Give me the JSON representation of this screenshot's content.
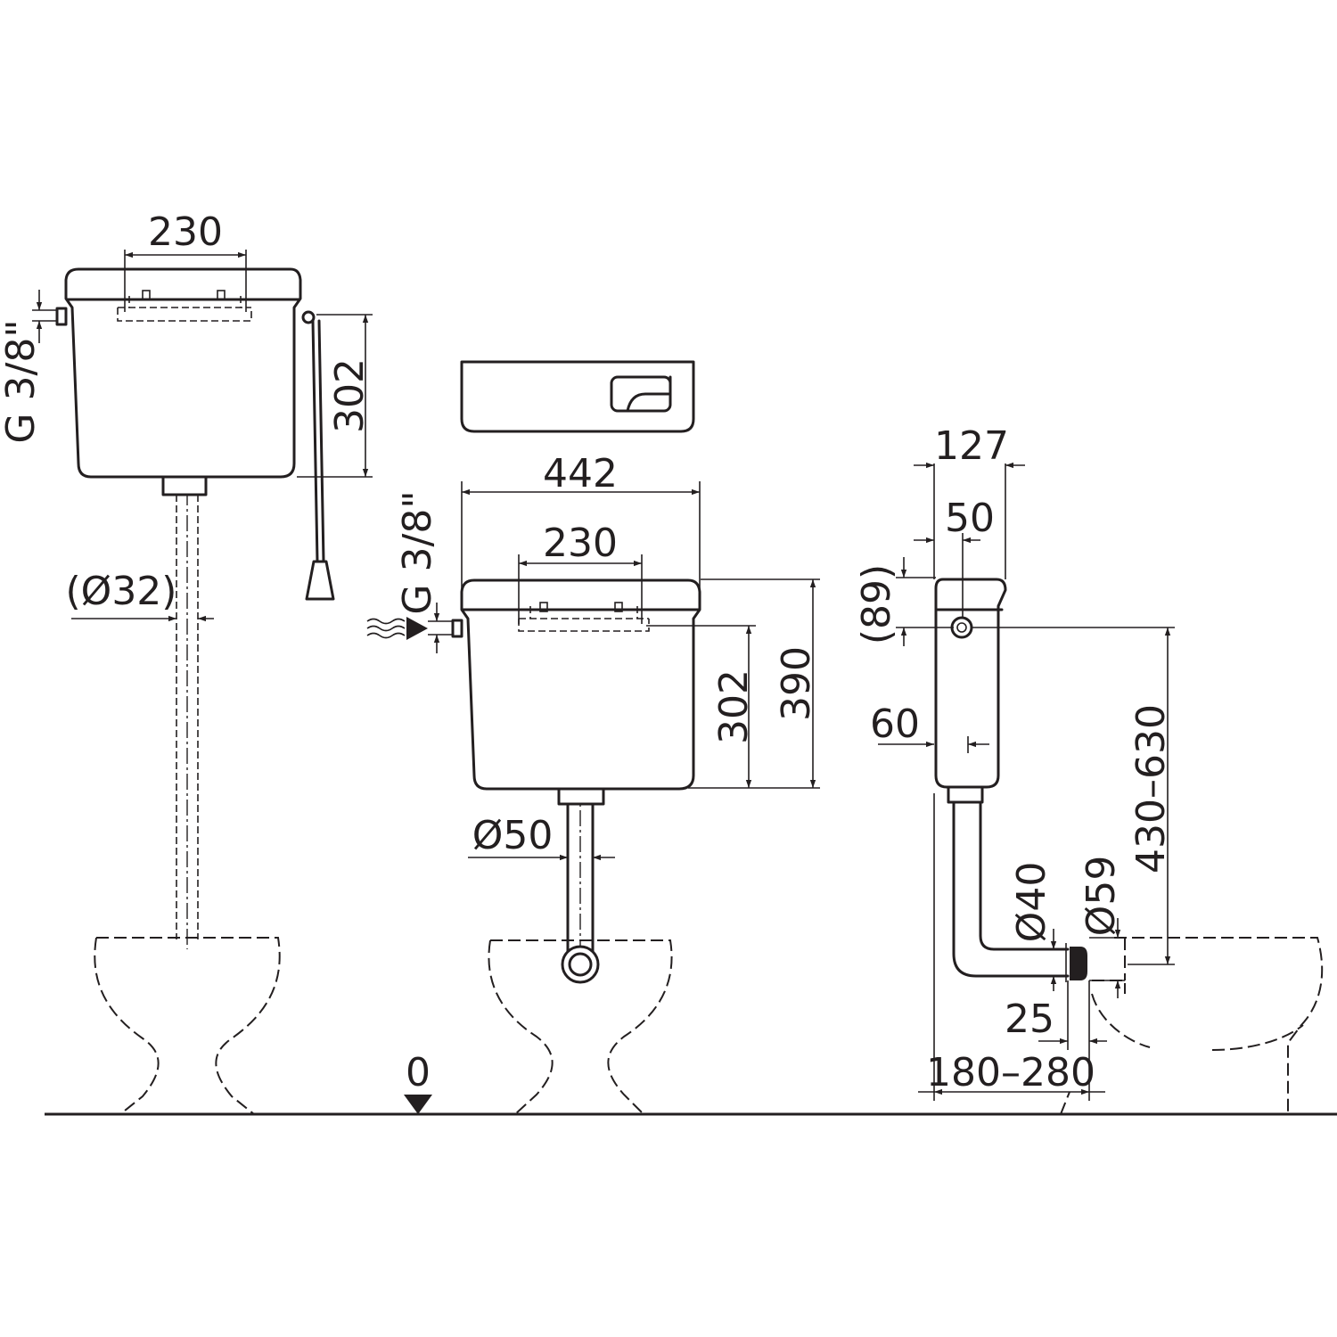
{
  "diagram": {
    "left_view": {
      "lever_spacing": "230",
      "inlet_thread": "G 3/8\"",
      "cistern_height": "302",
      "pipe_diameter": "(Ø32)"
    },
    "middle_view": {
      "overall_width": "442",
      "lever_spacing": "230",
      "inlet_thread": "G 3/8\"",
      "cistern_height": "302",
      "total_height": "390",
      "flush_pipe_diameter": "Ø50",
      "floor_level": "0"
    },
    "right_view": {
      "depth": "127",
      "inlet_offset": "50",
      "inlet_height": "(89)",
      "outlet_offset": "60",
      "mount_height": "430–630",
      "pipe_diameter": "Ø40",
      "connector_diameter": "Ø59",
      "connector_length": "25",
      "wall_distance": "180–280"
    }
  }
}
